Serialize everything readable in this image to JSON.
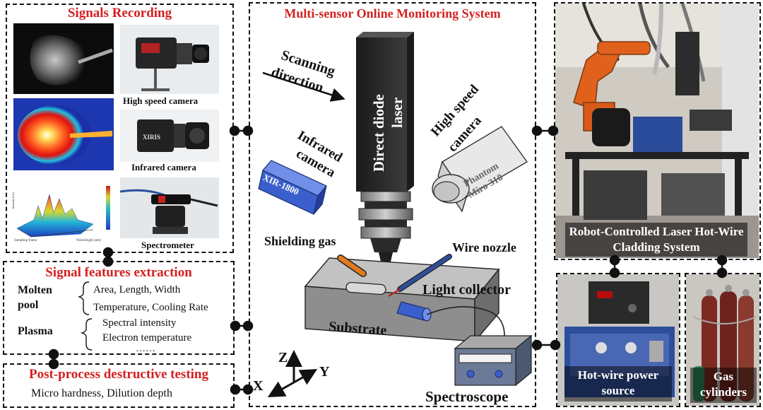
{
  "signals_recording": {
    "title": "Signals Recording",
    "high_speed_camera": "High speed camera",
    "infrared_camera": "Infrared camera",
    "spectrometer": "Spectrometer",
    "plot_x_label": "Sampling frame",
    "plot_y_label": "Intensity (Cts)",
    "plot_z_label": "Wavelength (nm)",
    "xiris_logo": "XIRIS"
  },
  "feature_extraction": {
    "title": "Signal features extraction",
    "molten_label_1": "Molten",
    "molten_label_2": "pool",
    "molten_line_1": "Area, Length, Width",
    "molten_line_2": "Temperature, Cooling Rate",
    "plasma_label": "Plasma",
    "plasma_line_1": "Spectral intensity",
    "plasma_line_2": "Electron temperature",
    "ellipsis": "……"
  },
  "post_process": {
    "title": "Post-process destructive testing",
    "items": "Micro hardness, Dilution depth"
  },
  "monitoring_system": {
    "title": "Multi-sensor Online Monitoring System",
    "scanning_line_1": "Scanning",
    "scanning_line_2": "direction",
    "laser_line_1": "Direct diode",
    "laser_line_2": "laser",
    "ir_camera_line_1": "Infrared",
    "ir_camera_line_2": "camera",
    "ir_camera_model": "XIR-1800",
    "hs_camera_line_1": "High speed",
    "hs_camera_line_2": "camera",
    "hs_camera_model_1": "Phantom",
    "hs_camera_model_2": "Miro 310",
    "shielding_gas": "Shielding gas",
    "wire_nozzle": "Wire nozzle",
    "light_collector": "Light collector",
    "substrate": "Substrate",
    "spectroscope": "Spectroscope",
    "axis_x": "X",
    "axis_y": "Y",
    "axis_z": "Z"
  },
  "robot_system": {
    "caption": "Robot-Controlled Laser Hot-Wire Cladding System"
  },
  "power_source": {
    "caption": "Hot-wire power source"
  },
  "gas_cylinders": {
    "caption": "Gas cylinders"
  },
  "colors": {
    "title_red": "#d42020",
    "laser_body": "#2b2b2b",
    "ir_camera": "#3a5fcd",
    "gas_nozzle": "#e07a1f",
    "wire_nozzle": "#2f4f9a",
    "substrate": "#8e8e8e"
  }
}
